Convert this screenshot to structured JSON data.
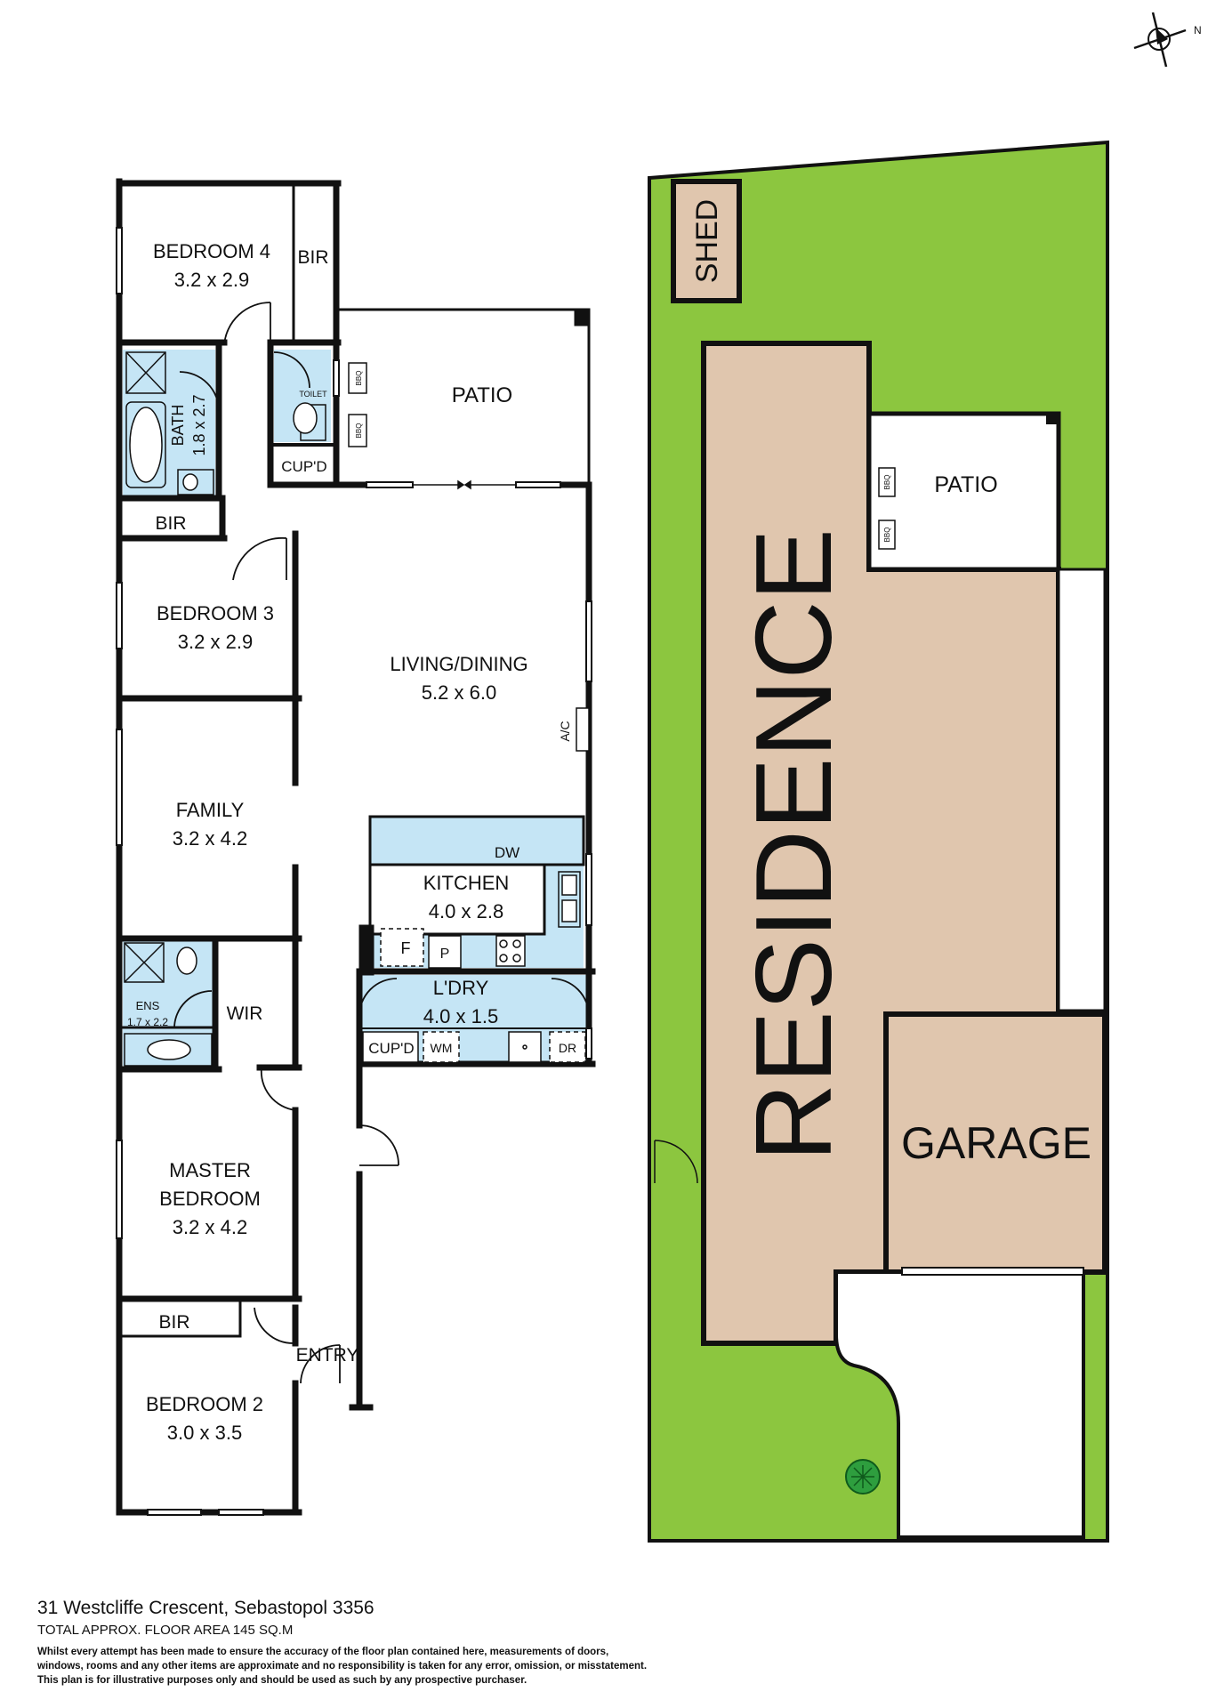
{
  "north_label": "N",
  "rooms": {
    "bedroom4": {
      "name": "BEDROOM 4",
      "size": "3.2 x 2.9"
    },
    "bedroom3": {
      "name": "BEDROOM 3",
      "size": "3.2 x 2.9"
    },
    "family": {
      "name": "FAMILY",
      "size": "3.2 x 4.2"
    },
    "master": {
      "name1": "MASTER",
      "name2": "BEDROOM",
      "size": "3.2 x 4.2"
    },
    "bedroom2": {
      "name": "BEDROOM 2",
      "size": "3.0 x 3.5"
    },
    "bath": {
      "name": "BATH",
      "size": "1.8 x 2.7"
    },
    "ens": {
      "name": "ENS",
      "size": "1.7 x 2.2"
    },
    "living": {
      "name": "LIVING/DINING",
      "size": "5.2 x 6.0"
    },
    "kitchen": {
      "name": "KITCHEN",
      "size": "4.0 x 2.8"
    },
    "laundry": {
      "name": "L'DRY",
      "size": "4.0 x 1.5"
    },
    "patio": {
      "name": "PATIO"
    },
    "entry": {
      "name": "ENTRY"
    }
  },
  "labels": {
    "bir": "BIR",
    "wir": "WIR",
    "cupd": "CUP'D",
    "toilet": "TOILET",
    "bbq": "BBQ",
    "ac": "A/C",
    "dw": "DW",
    "fridge": "F",
    "pantry": "P",
    "wm": "WM",
    "dr": "DR"
  },
  "site": {
    "shed": "SHED",
    "patio": "PATIO",
    "residence": "RESIDENCE",
    "garage": "GARAGE"
  },
  "colors": {
    "wall": "#111111",
    "wet_area": "#c5e5f5",
    "grass": "#8cc63f",
    "building": "#e0c6ae",
    "tree": "#2e9e3e"
  },
  "footer": {
    "address": "31 Westcliffe Crescent, Sebastopol 3356",
    "area": "TOTAL APPROX. FLOOR AREA 145 SQ.M",
    "disclaimer": [
      "Whilst every attempt has been made to ensure the accuracy of the floor plan contained here, measurements of doors,",
      "windows, rooms and any other items are approximate and no responsibility is taken for any error, omission, or misstatement.",
      "This plan is for illustrative purposes only and should be used as such by any prospective purchaser."
    ]
  }
}
